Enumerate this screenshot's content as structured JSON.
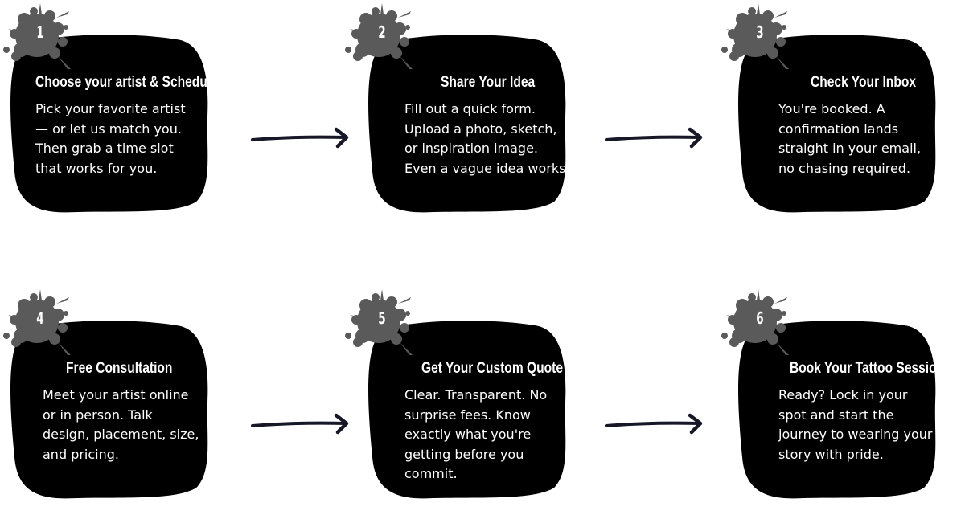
{
  "colors": {
    "card": "#000000",
    "splat": "#5a5a5a",
    "text": "#ffffff",
    "arrow": "#161827",
    "background": "#ffffff"
  },
  "steps": [
    {
      "number": "1",
      "title": "Choose your artist & Schedule",
      "description": "Pick your favorite artist\n— or let us match you.\nThen grab a time slot\nthat works for you."
    },
    {
      "number": "2",
      "title": "Share Your Idea",
      "description": "Fill out a quick form.\nUpload a photo, sketch,\nor inspiration image.\nEven a vague idea works."
    },
    {
      "number": "3",
      "title": "Check Your Inbox",
      "description": "You're booked. A\nconfirmation lands\nstraight in your email,\nno chasing required."
    },
    {
      "number": "4",
      "title": "Free Consultation",
      "description": "Meet your artist online\nor in person. Talk\ndesign, placement, size,\nand pricing."
    },
    {
      "number": "5",
      "title": "Get Your Custom Quote",
      "description": "Clear. Transparent. No\nsurprise fees. Know\nexactly what you're\ngetting before you\ncommit."
    },
    {
      "number": "6",
      "title": "Book Your Tattoo Session",
      "description": "Ready? Lock in your\nspot and start the\njourney to wearing your\nstory with pride."
    }
  ],
  "arrows": [
    {
      "from": "1",
      "to": "2",
      "icon": "arrow-right-icon"
    },
    {
      "from": "2",
      "to": "3",
      "icon": "arrow-right-icon"
    },
    {
      "from": "4",
      "to": "5",
      "icon": "arrow-right-icon"
    },
    {
      "from": "5",
      "to": "6",
      "icon": "arrow-right-icon"
    }
  ]
}
